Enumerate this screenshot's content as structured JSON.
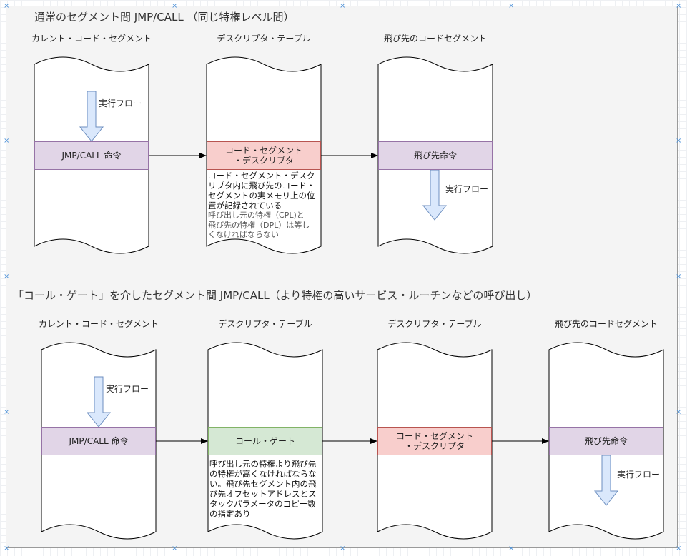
{
  "top": {
    "title": "通常のセグメント間 JMP/CALL （同じ特権レベル間）",
    "columns": {
      "current": "カレント・コード・セグメント",
      "table": "デスクリプタ・テーブル",
      "target": "飛び先のコードセグメント"
    },
    "current_band": "JMP/CALL 命令",
    "descriptor_band": [
      "コード・セグメント",
      "・デスクリプタ"
    ],
    "target_band": "飛び先命令",
    "flow_label_1": "実行フロー",
    "flow_label_2": "実行フロー",
    "note_main": [
      "コード・セグメント・デスク",
      "リプタ内に飛び先のコード・",
      "セグメントの実メモリ上の位",
      "置が記録されている"
    ],
    "note_sub": [
      "呼び出し元の特権（CPL)と",
      "飛び先の特権（DPL）は等し",
      "くなければならない"
    ]
  },
  "bottom": {
    "title": "「コール・ゲート」を介したセグメント間 JMP/CALL（より特権の高いサービス・ルーチンなどの呼び出し）",
    "columns": {
      "current": "カレント・コード・セグメント",
      "table1": "デスクリプタ・テーブル",
      "table2": "デスクリプタ・テーブル",
      "target": "飛び先のコードセグメント"
    },
    "current_band": "JMP/CALL 命令",
    "gate_band": "コール・ゲート",
    "descriptor_band": [
      "コード・セグメント",
      "・デスクリプタ"
    ],
    "target_band": "飛び先命令",
    "flow_label_1": "実行フロー",
    "flow_label_2": "実行フロー",
    "note": [
      "呼び出し元の特権より飛び先",
      "の特権が高くなければならな",
      "い。飛び先セグメント内の飛",
      "び先オフセットアドレスとス",
      "タックパラメータのコピー数",
      "の指定あり"
    ]
  },
  "colors": {
    "purple_fill": "#e1d5e7",
    "pink_fill": "#f8cecc",
    "green_fill": "#d5e8d4",
    "arrow_fill": "#dae8fc",
    "arrow_stroke": "#6c8ebf"
  }
}
